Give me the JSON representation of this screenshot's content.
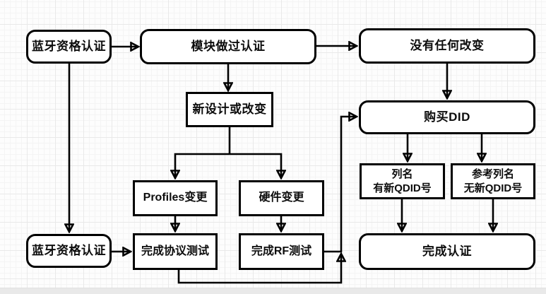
{
  "nodes": {
    "bt_cert_top": {
      "label": "蓝牙资格认证",
      "shape": "rounded"
    },
    "module_certified": {
      "label": "模块做过认证",
      "shape": "rounded"
    },
    "no_change": {
      "label": "没有任何改变",
      "shape": "rounded"
    },
    "new_design": {
      "label": "新设计或改变",
      "shape": "rect"
    },
    "buy_did": {
      "label": "购买DID",
      "shape": "rounded"
    },
    "profiles_change": {
      "label": "Profiles变更",
      "shape": "rect"
    },
    "hardware_change": {
      "label": "硬件变更",
      "shape": "rect"
    },
    "listing_new_qdid": {
      "line1": "列名",
      "line2": "有新QDID号",
      "shape": "rect"
    },
    "ref_listing_no_qdid": {
      "line1": "参考列名",
      "line2": "无新QDID号",
      "shape": "rect"
    },
    "bt_cert_bottom": {
      "label": "蓝牙资格认证",
      "shape": "rounded"
    },
    "protocol_test": {
      "label": "完成协议测试",
      "shape": "rect"
    },
    "rf_test": {
      "label": "完成RF测试",
      "shape": "rect"
    },
    "complete_cert": {
      "label": "完成认证",
      "shape": "rounded"
    }
  },
  "edges": [
    {
      "from": "bt_cert_top",
      "to": "module_certified"
    },
    {
      "from": "module_certified",
      "to": "no_change"
    },
    {
      "from": "module_certified",
      "to": "new_design"
    },
    {
      "from": "no_change",
      "to": "buy_did"
    },
    {
      "from": "new_design",
      "to": "profiles_change"
    },
    {
      "from": "new_design",
      "to": "hardware_change"
    },
    {
      "from": "profiles_change",
      "to": "protocol_test"
    },
    {
      "from": "hardware_change",
      "to": "rf_test"
    },
    {
      "from": "bt_cert_top",
      "to": "bt_cert_bottom"
    },
    {
      "from": "bt_cert_bottom",
      "to": "protocol_test"
    },
    {
      "from": "protocol_test",
      "to": "buy_did"
    },
    {
      "from": "rf_test",
      "to": "buy_did"
    },
    {
      "from": "buy_did",
      "to": "listing_new_qdid"
    },
    {
      "from": "buy_did",
      "to": "ref_listing_no_qdid"
    },
    {
      "from": "listing_new_qdid",
      "to": "complete_cert"
    },
    {
      "from": "ref_listing_no_qdid",
      "to": "complete_cert"
    }
  ],
  "colors": {
    "line": "#000000",
    "node_border": "#000000",
    "node_fill": "#ffffff",
    "text": "#0d0d0d",
    "canvas": "#fdfdfd",
    "grid_minor": "#f4f4f4",
    "grid_major": "#e9e9e9"
  }
}
